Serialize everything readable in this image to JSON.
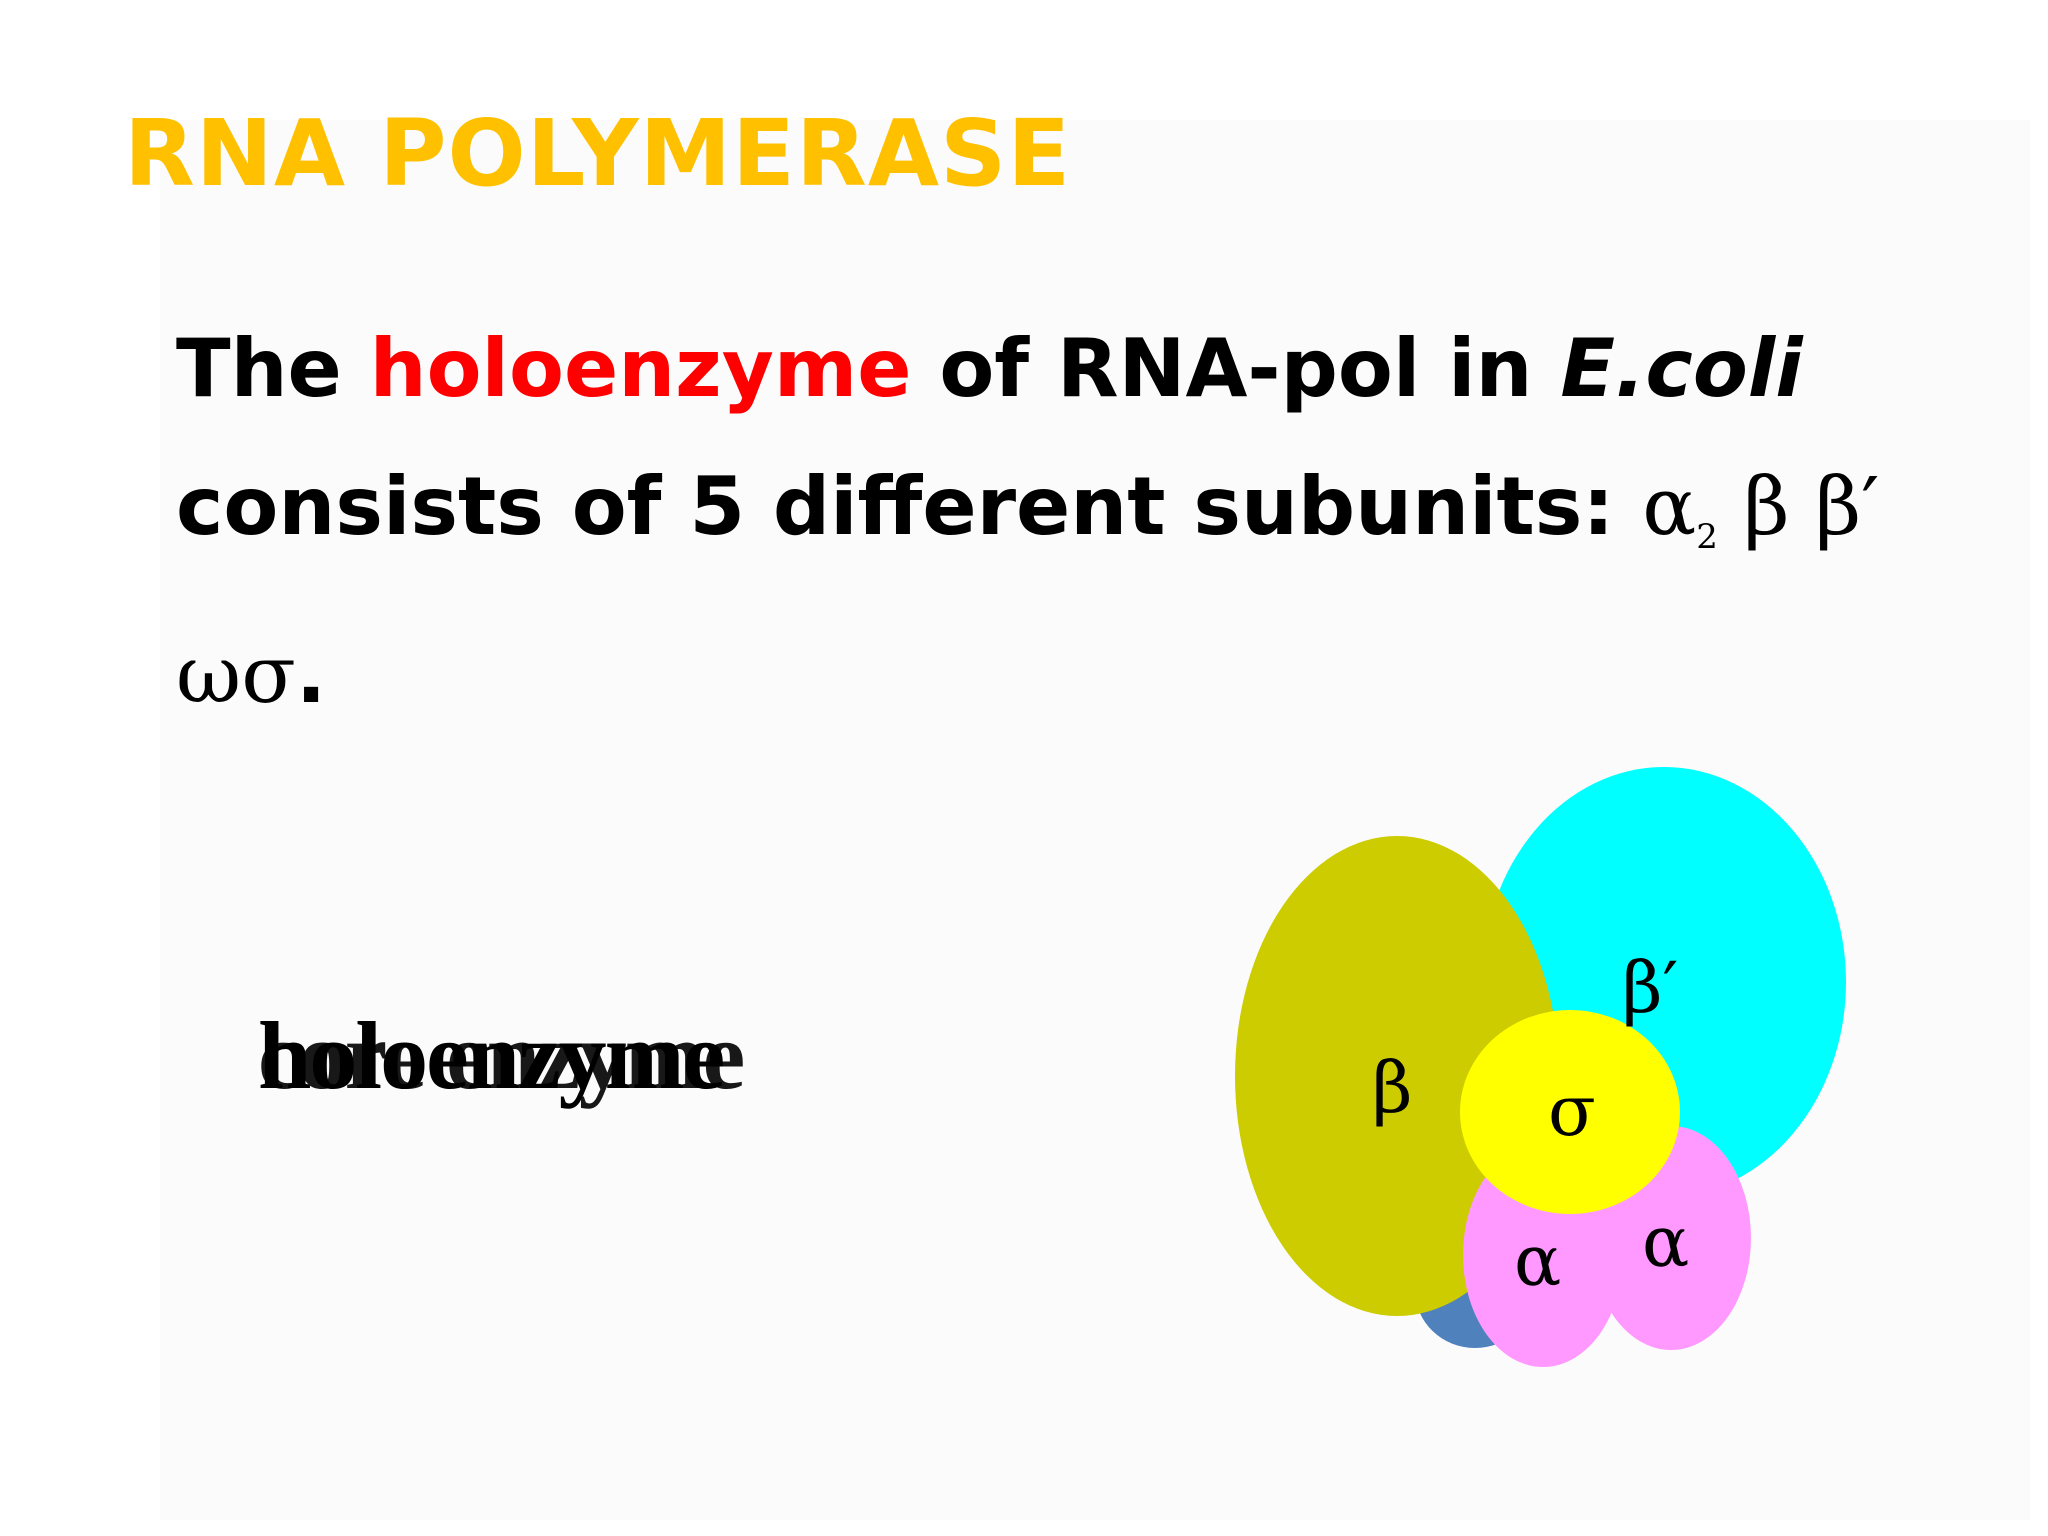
{
  "title": "RNA POLYMERASE",
  "body": {
    "line1": {
      "pre": "The ",
      "highlight": "holoenzyme",
      "mid": " of RNA-pol in ",
      "italic": "E.coli"
    },
    "line2": {
      "text": "consists of 5 different subunits: ",
      "alpha": "α",
      "alpha_sub": "2",
      "beta": " β ",
      "beta_prime": "β′"
    },
    "line3": {
      "greek": "ωσ",
      "end": "."
    }
  },
  "diagram_label": {
    "text": "holoenzyme",
    "overlap_text": "core enzyme"
  },
  "subunits": {
    "beta": "β",
    "beta_prime": "β′",
    "sigma": "σ",
    "alpha_left": "α",
    "alpha_right": "α"
  },
  "colors": {
    "title": "#ffc000",
    "highlight": "#ff0000",
    "beta": "#cccc00",
    "beta_prime": "#00ffff",
    "sigma": "#ffff00",
    "alpha": "#ff99ff",
    "omega": "#4f81bd"
  }
}
